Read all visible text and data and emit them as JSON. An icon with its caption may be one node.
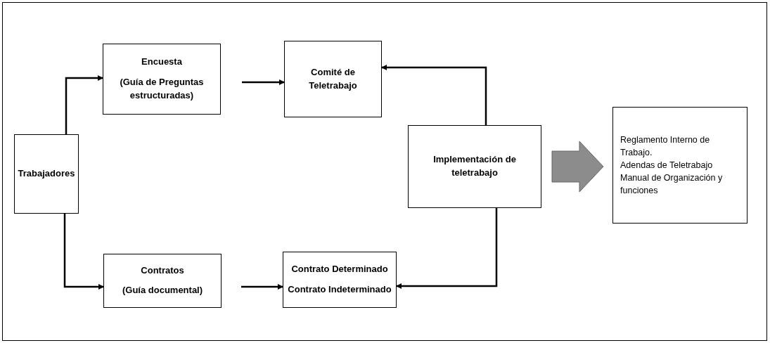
{
  "diagram": {
    "nodes": [
      {
        "text": [
          "Trabajadores"
        ]
      },
      {
        "text": [
          "Encuesta",
          "(Guía de Preguntas estructuradas)"
        ]
      },
      {
        "text": [
          "Comité de Teletrabajo"
        ]
      },
      {
        "text": [
          "Contratos",
          "(Guía documental)"
        ]
      },
      {
        "text": [
          "Contrato Determinado",
          "Contrato Indeterminado"
        ]
      },
      {
        "text": [
          "Implementación de teletrabajo"
        ]
      },
      {
        "text": [
          "Reglamento Interno de Trabajo.",
          "Adendas de Teletrabajo",
          "Manual de Organización y funciones"
        ]
      }
    ],
    "edges": [
      {
        "from": 0,
        "to": 1,
        "arrow": "to"
      },
      {
        "from": 0,
        "to": 3,
        "arrow": "to"
      },
      {
        "from": 1,
        "to": 2,
        "arrow": "to"
      },
      {
        "from": 3,
        "to": 4,
        "arrow": "to"
      },
      {
        "from": 5,
        "to": 2,
        "arrow": "to"
      },
      {
        "from": 5,
        "to": 4,
        "arrow": "to"
      },
      {
        "from": 5,
        "to": 6,
        "arrow": "to",
        "style": "thick",
        "color": "#8c8c8c"
      }
    ]
  }
}
